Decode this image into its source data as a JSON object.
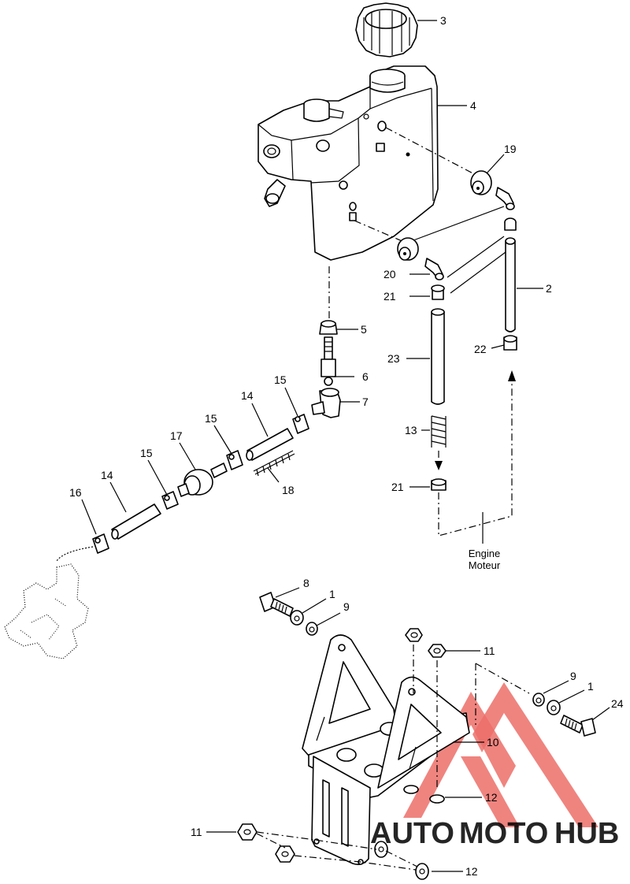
{
  "callouts": [
    {
      "id": "c3",
      "label": "3"
    },
    {
      "id": "c4",
      "label": "4"
    },
    {
      "id": "c19",
      "label": "19"
    },
    {
      "id": "c2",
      "label": "2"
    },
    {
      "id": "c20",
      "label": "20"
    },
    {
      "id": "c21a",
      "label": "21"
    },
    {
      "id": "c22",
      "label": "22"
    },
    {
      "id": "c5",
      "label": "5"
    },
    {
      "id": "c23",
      "label": "23"
    },
    {
      "id": "c6",
      "label": "6"
    },
    {
      "id": "c15a",
      "label": "15"
    },
    {
      "id": "c14a",
      "label": "14"
    },
    {
      "id": "c7",
      "label": "7"
    },
    {
      "id": "c15b",
      "label": "15"
    },
    {
      "id": "c17",
      "label": "17"
    },
    {
      "id": "c13",
      "label": "13"
    },
    {
      "id": "c15c",
      "label": "15"
    },
    {
      "id": "c14b",
      "label": "14"
    },
    {
      "id": "c18",
      "label": "18"
    },
    {
      "id": "c16",
      "label": "16"
    },
    {
      "id": "c21b",
      "label": "21"
    },
    {
      "id": "c8",
      "label": "8"
    },
    {
      "id": "c1a",
      "label": "1"
    },
    {
      "id": "c9a",
      "label": "9"
    },
    {
      "id": "c11a",
      "label": "11"
    },
    {
      "id": "c9b",
      "label": "9"
    },
    {
      "id": "c1b",
      "label": "1"
    },
    {
      "id": "c24",
      "label": "24"
    },
    {
      "id": "c10",
      "label": "10"
    },
    {
      "id": "c12a",
      "label": "12"
    },
    {
      "id": "c11b",
      "label": "11"
    },
    {
      "id": "c12b",
      "label": "12"
    }
  ],
  "engine_label": {
    "line1": "Engine",
    "line2": "Moteur"
  },
  "watermark": {
    "auto": "AUTO",
    "moto": "MOTO",
    "hub": "HUB",
    "color_red": "#e8473f",
    "color_orange": "#f2a33a",
    "color_gray": "#8a8a8a"
  }
}
